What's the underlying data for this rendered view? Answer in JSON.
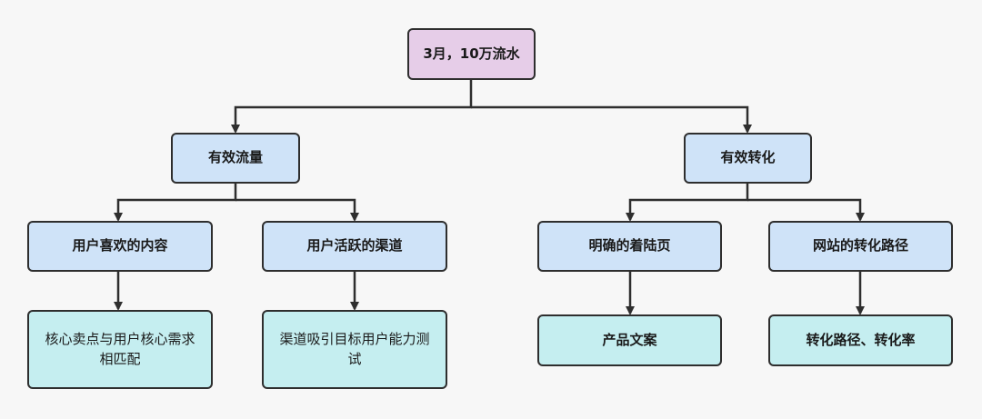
{
  "diagram": {
    "root": "3月，10万流水",
    "branches": [
      {
        "label": "有效流量",
        "children": [
          {
            "label": "用户喜欢的内容",
            "leaf": "核心卖点与用户核心需求相匹配"
          },
          {
            "label": "用户活跃的渠道",
            "leaf": "渠道吸引目标用户能力测试"
          }
        ]
      },
      {
        "label": "有效转化",
        "children": [
          {
            "label": "明确的着陆页",
            "leaf": "产品文案"
          },
          {
            "label": "网站的转化路径",
            "leaf": "转化路径、转化率"
          }
        ]
      }
    ],
    "colors": {
      "root": "#e6cde8",
      "level1": "#cfe3f8",
      "level2": "#cfe3f8",
      "leaf": "#c5eef0",
      "line": "#2e2e2e"
    }
  }
}
